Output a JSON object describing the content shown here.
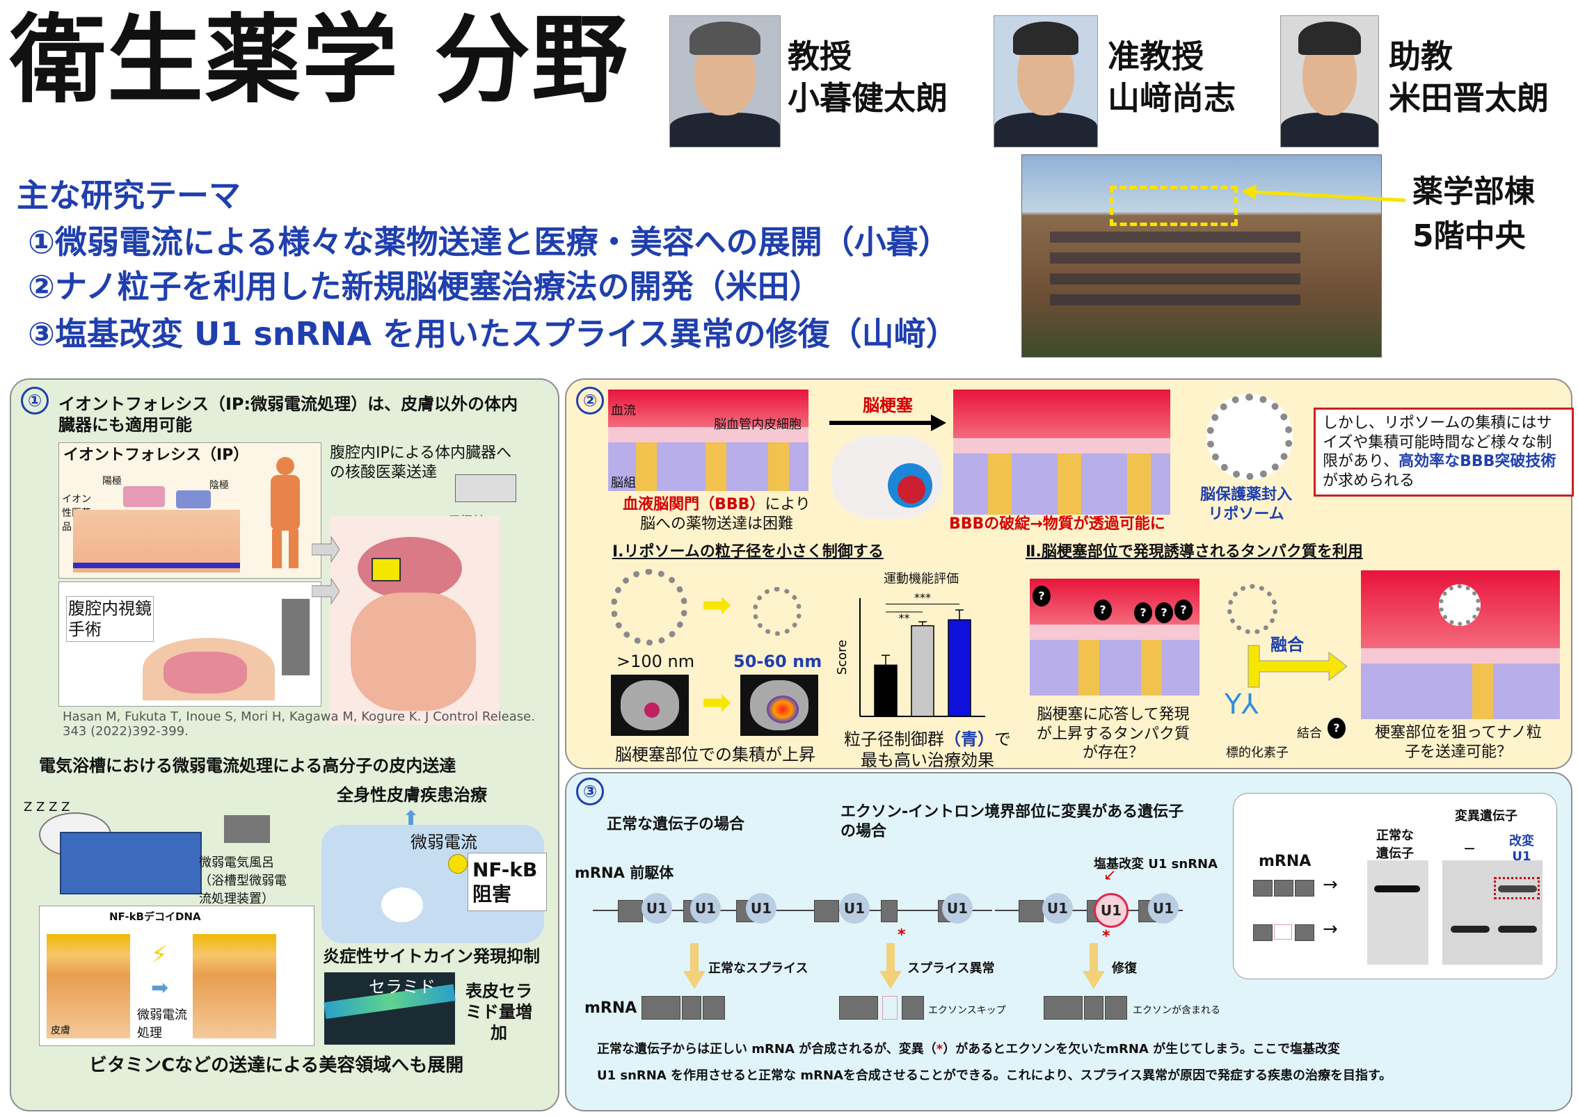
{
  "page_title": "衛生薬学 分野",
  "people": [
    {
      "role": "教授",
      "name": "小暮健太朗"
    },
    {
      "role": "准教授",
      "name": "山﨑尚志"
    },
    {
      "role": "助教",
      "name": "米田晋太朗"
    }
  ],
  "themes": {
    "heading": "主な研究テーマ",
    "items": [
      "①微弱電流による様々な薬物送達と医療・美容への展開（小暮）",
      "②ナノ粒子を利用した新規脳梗塞治療法の開発（米田）",
      "③塩基改変 U1 snRNA を用いたスプライス異常の修復（山﨑）"
    ]
  },
  "building": {
    "line1": "薬学部棟",
    "line2": "5階中央"
  },
  "panel1": {
    "number": "①",
    "heading": "イオントフォレシス（IP:微弱電流処理）は、皮膚以外の体内臓器にも適用可能",
    "ip_box_title": "イオントフォレシス（IP）",
    "anode": "陽極",
    "cathode": "陰極",
    "ionic_drug": "イオン性医薬品",
    "laparoscope": "腹腔内視鏡手術",
    "organ_delivery": "腹腔内IPによる体内臓器への核酸医薬送達",
    "electrode_rod": "電極棒",
    "citation": "Hasan M, Fukuta T, Inoue S, Mori H, Kagawa M, Kogure K. J Control Release. 343 (2022)392-399.",
    "bath_heading": "電気浴槽における微弱電流処理による高分子の皮内送達",
    "bath_label": "微弱電気風呂（浴槽型微弱電流処理装置）",
    "systemic": "全身性皮膚疾患治療",
    "weak_current": "微弱電流",
    "nfkb_block": "NF-kB阻害",
    "decoy": "NF-kBデコイDNA",
    "skin": "皮膚",
    "treatment": "微弱電流処理",
    "cytokine": "炎症性サイトカイン発現抑制",
    "ceramide": "セラミド",
    "ceramide_increase": "表皮セラミド量増加",
    "zzz": "Z Z Z Z",
    "footer": "ビタミンCなどの送達による美容領域へも展開"
  },
  "panel2": {
    "number": "②",
    "blood": "血流",
    "endothelial": "脳血管内皮細胞",
    "brain_tissue": "脳組織",
    "bbb_text_a": "血液脳関門（BBB）",
    "bbb_text_b": "により",
    "bbb_text_c": "脳への薬物送達は困難",
    "stroke": "脳梗塞",
    "bbb_break": "BBBの破綻→物質が透過可能に",
    "liposome_label": "脳保護薬封入リポソーム",
    "note_a": "しかし、リポソームの集積にはサイズや集積可能時間など様々な制限があり、",
    "note_b": "高効率なBBB突破技術",
    "note_c": "が求められる",
    "section1": "Ⅰ.リポソームの粒子径を小さく制御する",
    "size_large": ">100 nm",
    "size_small": "50-60 nm",
    "accum": "脳梗塞部位での集積が上昇",
    "chart_title": "運動機能評価",
    "sig1": "**",
    "sig2": "***",
    "result_a": "粒子径制御群",
    "result_b": "（青）",
    "result_c": "で最も高い治療効果",
    "section2": "Ⅱ.脳梗塞部位で発現誘導されるタンパク質を利用",
    "protein_note": "脳梗塞に応答して発現が上昇するタンパク質が存在？",
    "fusion": "融合",
    "targeting": "標的化素子",
    "binding": "結合",
    "deliver": "梗塞部位を狙ってナノ粒子を送達可能？",
    "q": "?"
  },
  "chart_data": {
    "type": "bar",
    "title": "運動機能評価",
    "ylabel": "Score",
    "xlabel": "",
    "categories": [
      "",
      "",
      ""
    ],
    "values": [
      2.6,
      4.6,
      4.9
    ],
    "errors": [
      0.5,
      0.2,
      0.5
    ],
    "colors": [
      "#000000",
      "#c8c8c8",
      "#1010dd"
    ],
    "ylim": [
      0,
      6
    ]
  },
  "panel3": {
    "number": "③",
    "normal_case": "正常な遺伝子の場合",
    "mutant_case": "エクソン-イントロン境界部位に変異がある遺伝子の場合",
    "pre_mrna": "mRNA 前駆体",
    "u1": "U1",
    "modified_u1": "塩基改変 U1 snRNA",
    "normal_splice": "正常なスプライス",
    "abnormal_splice": "スプライス異常",
    "repair": "修復",
    "mrna": "mRNA",
    "exon_skip": "エクソンスキップ",
    "exon_included": "エクソンが含まれる",
    "star": "*",
    "gel_mrna": "mRNA",
    "gel_normal": "正常な遺伝子",
    "gel_mutant": "変異遺伝子",
    "gel_minus": "－",
    "gel_modified": "改変U1",
    "footer1": "正常な遺伝子からは正しい mRNA が合成されるが、変異（",
    "footer1b": "）があるとエクソンを欠いたmRNA が生じてしまう。ここで塩基改変",
    "footer2": "U1 snRNA を作用させると正常な mRNAを合成させることができる。これにより、スプライス異常が原因で発症する疾患の治療を目指す。"
  }
}
